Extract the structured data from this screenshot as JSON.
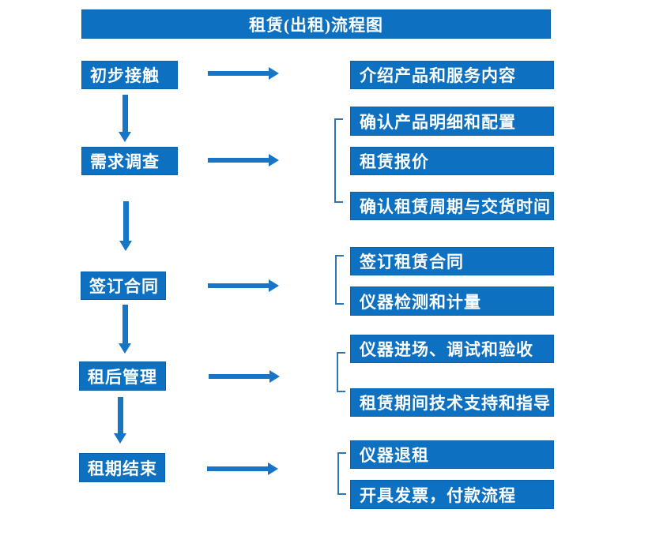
{
  "title": "租赁(出租)流程图",
  "colors": {
    "box_fill": "#0d70c0",
    "arrow": "#1774c6",
    "bracket": "#2e75b6",
    "text": "#ffffff",
    "background": "#ffffff"
  },
  "left_steps": [
    {
      "label": "初步接触"
    },
    {
      "label": "需求调查"
    },
    {
      "label": "签订合同"
    },
    {
      "label": "租后管理"
    },
    {
      "label": "租期结束"
    }
  ],
  "right_groups": [
    {
      "items": [
        "介绍产品和服务内容"
      ]
    },
    {
      "items": [
        "确认产品明细和配置",
        "租赁报价",
        "确认租赁周期与交货时间"
      ]
    },
    {
      "items": [
        "签订租赁合同",
        "仪器检测和计量"
      ]
    },
    {
      "items": [
        "仪器进场、调试和验收",
        "租赁期间技术支持和指导"
      ]
    },
    {
      "items": [
        "仪器退租",
        "开具发票，付款流程"
      ]
    }
  ]
}
